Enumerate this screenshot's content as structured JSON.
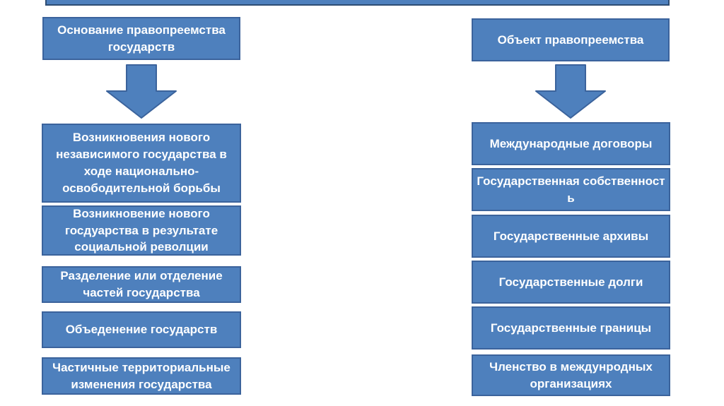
{
  "colors": {
    "page_bg": "#ffffff",
    "box_fill": "#4e80bd",
    "box_border": "#3b639c",
    "bar_border": "#2e4d73",
    "box_text": "#ffffff"
  },
  "top_bar": {
    "note": "partially cut off title strip at top of slide"
  },
  "left_column": {
    "header": "Основание правопреемства\nгосударств",
    "arrow_icon": "down-block-arrow",
    "items": [
      {
        "label": "Возникновения нового\nнезависимого государства в\nходе национально-\nосвободительной борьбы"
      },
      {
        "label": "Возникновение нового\nгосдуарства в результате\nсоциальной револции"
      },
      {
        "label": "Разделение или отделение\nчастей государства"
      },
      {
        "label": "Объеденение государств"
      },
      {
        "label": "Частичные территориальные\nизменения государства"
      }
    ]
  },
  "right_column": {
    "header": "Объект правопреемства",
    "arrow_icon": "down-block-arrow",
    "items": [
      {
        "label": "Международные договоры"
      },
      {
        "label": "Государственная собственност\nь"
      },
      {
        "label": "Государственные архивы"
      },
      {
        "label": "Государственные долги"
      },
      {
        "label": "Государственные границы"
      },
      {
        "label": "Членство в междунродных\nорганизациях"
      }
    ]
  }
}
